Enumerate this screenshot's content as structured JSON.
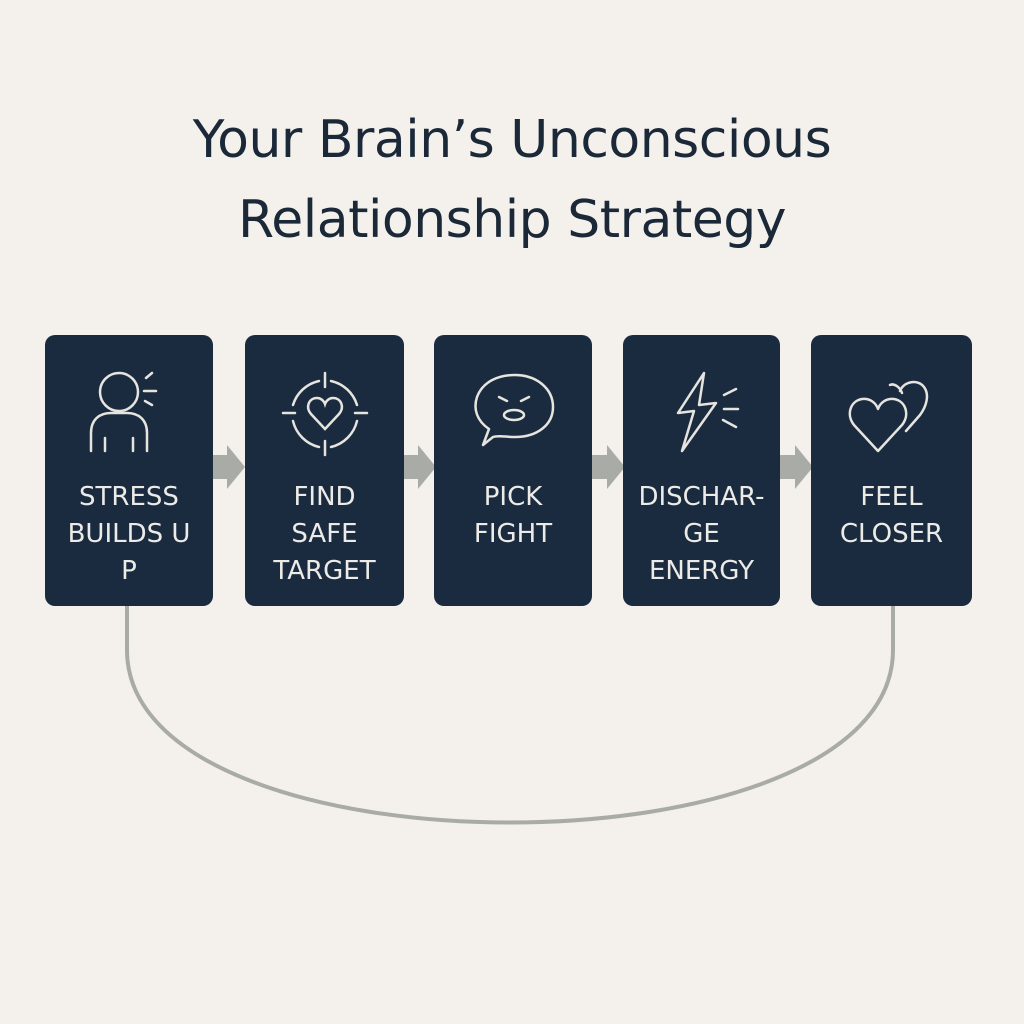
{
  "title": {
    "line1": "Your Brain’s Unconscious",
    "line2": "Relationship Strategy"
  },
  "colors": {
    "background": "#f4f1ec",
    "box": "#1b2b3f",
    "arrow": "#a9aba7",
    "title": "#1a2838"
  },
  "steps": [
    {
      "icon": "stressed-person-icon",
      "lines": [
        "STRESS",
        "BUILDS U",
        "P"
      ]
    },
    {
      "icon": "heart-target-icon",
      "lines": [
        "FIND",
        "SAFE",
        "TARGET"
      ]
    },
    {
      "icon": "angry-speech-bubble-icon",
      "lines": [
        "PICK",
        "FIGHT"
      ]
    },
    {
      "icon": "lightning-bolt-icon",
      "lines": [
        "DISCHAR-",
        "GE",
        "ENERGY"
      ]
    },
    {
      "icon": "two-hearts-icon",
      "lines": [
        "FEEL",
        "CLOSER"
      ]
    }
  ]
}
